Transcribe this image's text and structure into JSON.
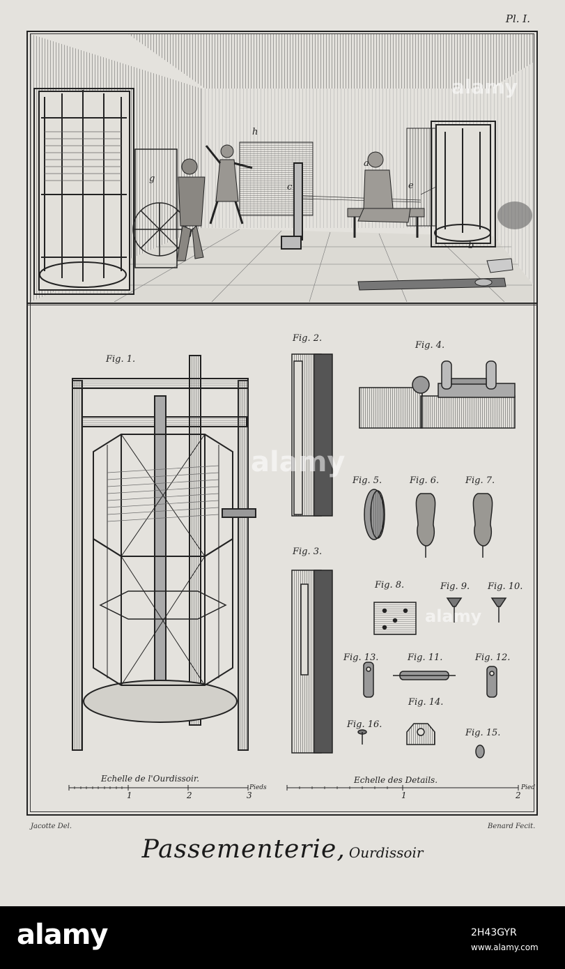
{
  "plate": {
    "number": "Pl. I.",
    "title_main": "Passementerie",
    "title_sep": ",",
    "title_sub": "Ourdissoir",
    "credit_left": "Jacotte Del.",
    "credit_right": "Benard Fecit."
  },
  "scene_letters": [
    "h",
    "a",
    "c",
    "g",
    "f",
    "e",
    "b"
  ],
  "figures": {
    "fig1": "Fig. 1.",
    "fig2": "Fig. 2.",
    "fig3": "Fig. 3.",
    "fig4": "Fig. 4.",
    "fig5": "Fig. 5.",
    "fig6": "Fig. 6.",
    "fig7": "Fig. 7.",
    "fig8": "Fig. 8.",
    "fig9": "Fig. 9.",
    "fig10": "Fig. 10.",
    "fig11": "Fig. 11.",
    "fig12": "Fig. 12.",
    "fig13": "Fig. 13.",
    "fig14": "Fig. 14.",
    "fig15": "Fig. 15.",
    "fig16": "Fig. 16."
  },
  "scales": {
    "left_title": "Echelle de l'Ourdissoir.",
    "left_unit": "Pieds",
    "left_ticks": [
      "1",
      "2",
      "3"
    ],
    "right_title": "Echelle des Details.",
    "right_unit": "Pied",
    "right_ticks": [
      "1",
      "2"
    ]
  },
  "watermark": {
    "text": "alamy",
    "image_id": "2H43GYR",
    "site": "www.alamy.com"
  },
  "colors": {
    "paper": "#e4e2dd",
    "ink": "#222222",
    "footer": "#000000"
  }
}
